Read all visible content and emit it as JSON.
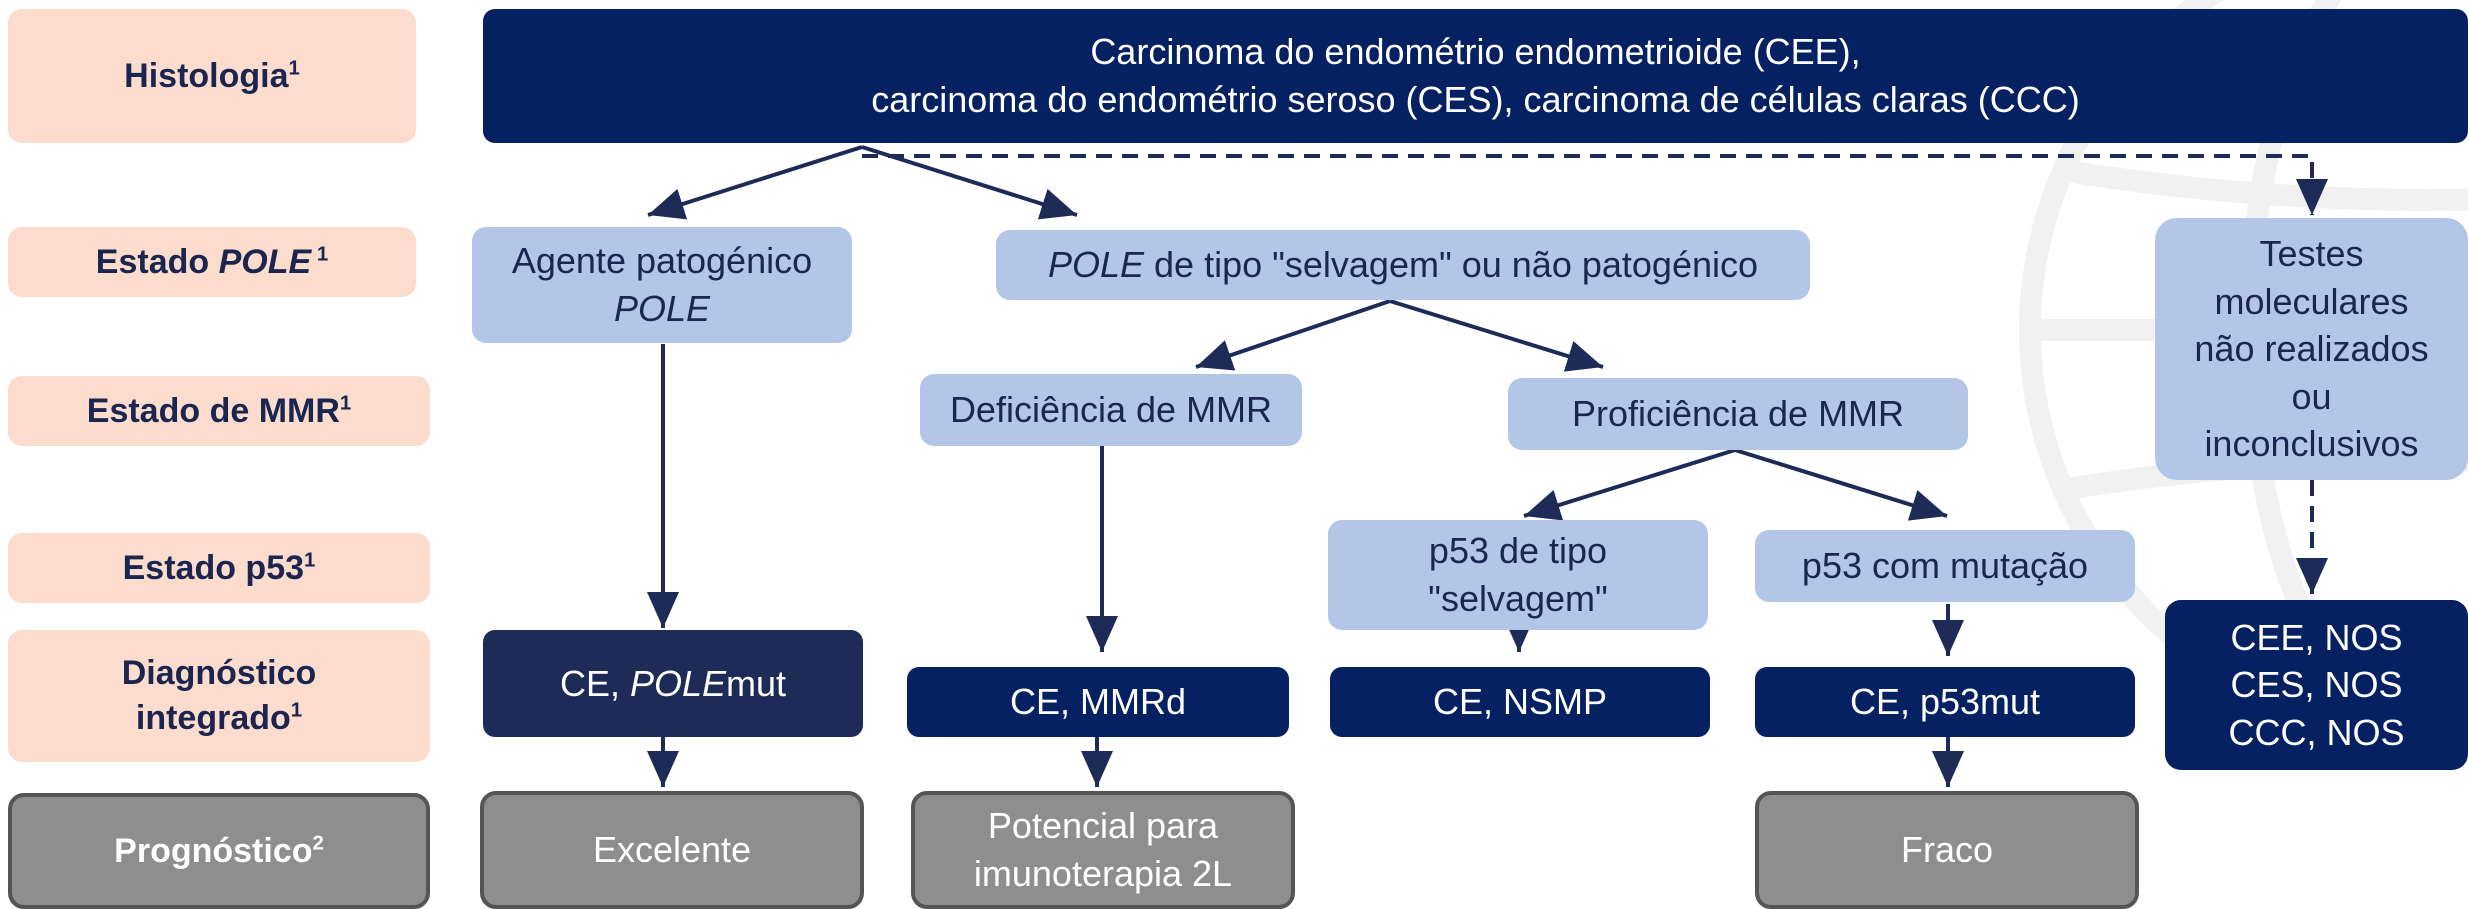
{
  "row_labels": {
    "histologia": {
      "text": "Histologia",
      "sup": "1"
    },
    "pole": {
      "text_before": "Estado ",
      "text_italic": "POLE",
      "sup": " 1"
    },
    "mmr": {
      "text": "Estado de MMR",
      "sup": "1"
    },
    "p53": {
      "text": "Estado p53",
      "sup": "1"
    },
    "diagnostico": {
      "line1": "Diagnóstico",
      "line2": "integrado",
      "sup": "1"
    },
    "prognostico": {
      "text": "Prognóstico",
      "sup": "2"
    }
  },
  "histology_box": {
    "line1": "Carcinoma do endométrio endometrioide (CEE),",
    "line2": "carcinoma do endométrio seroso (CES), carcinoma de células claras (CCC)"
  },
  "pole_nodes": {
    "pathogenic": {
      "line1": "Agente patogénico",
      "line2_italic": "POLE"
    },
    "wildtype": {
      "italic": "POLE",
      "rest": " de tipo \"selvagem\" ou não patogénico"
    }
  },
  "mmr_nodes": {
    "deficient": "Deficiência de MMR",
    "proficient": "Proficiência de MMR"
  },
  "p53_nodes": {
    "wildtype": {
      "line1": "p53 de tipo",
      "line2": "\"selvagem\""
    },
    "mutated": "p53 com mutação"
  },
  "not_tested": {
    "lines": [
      "Testes",
      "moleculares",
      "não realizados",
      "ou",
      "inconclusivos"
    ]
  },
  "diagnoses": {
    "polemut": {
      "prefix": "CE, ",
      "italic": "POLE",
      "suffix": "mut"
    },
    "mmrd": "CE, MMRd",
    "nsmp": "CE, NSMP",
    "p53mut": "CE, p53mut",
    "nos": [
      "CEE, NOS",
      "CES, NOS",
      "CCC, NOS"
    ]
  },
  "prognoses": {
    "excellent": "Excelente",
    "immuno": {
      "line1": "Potencial para",
      "line2": "imunoterapia 2L"
    },
    "poor": "Fraco"
  },
  "colors": {
    "row_label_bg": "#fcdccd",
    "dark_navy": "#062161",
    "light_blue": "#b3c6e8",
    "grey": "#8e8e8e",
    "connector": "#1d2b56"
  }
}
